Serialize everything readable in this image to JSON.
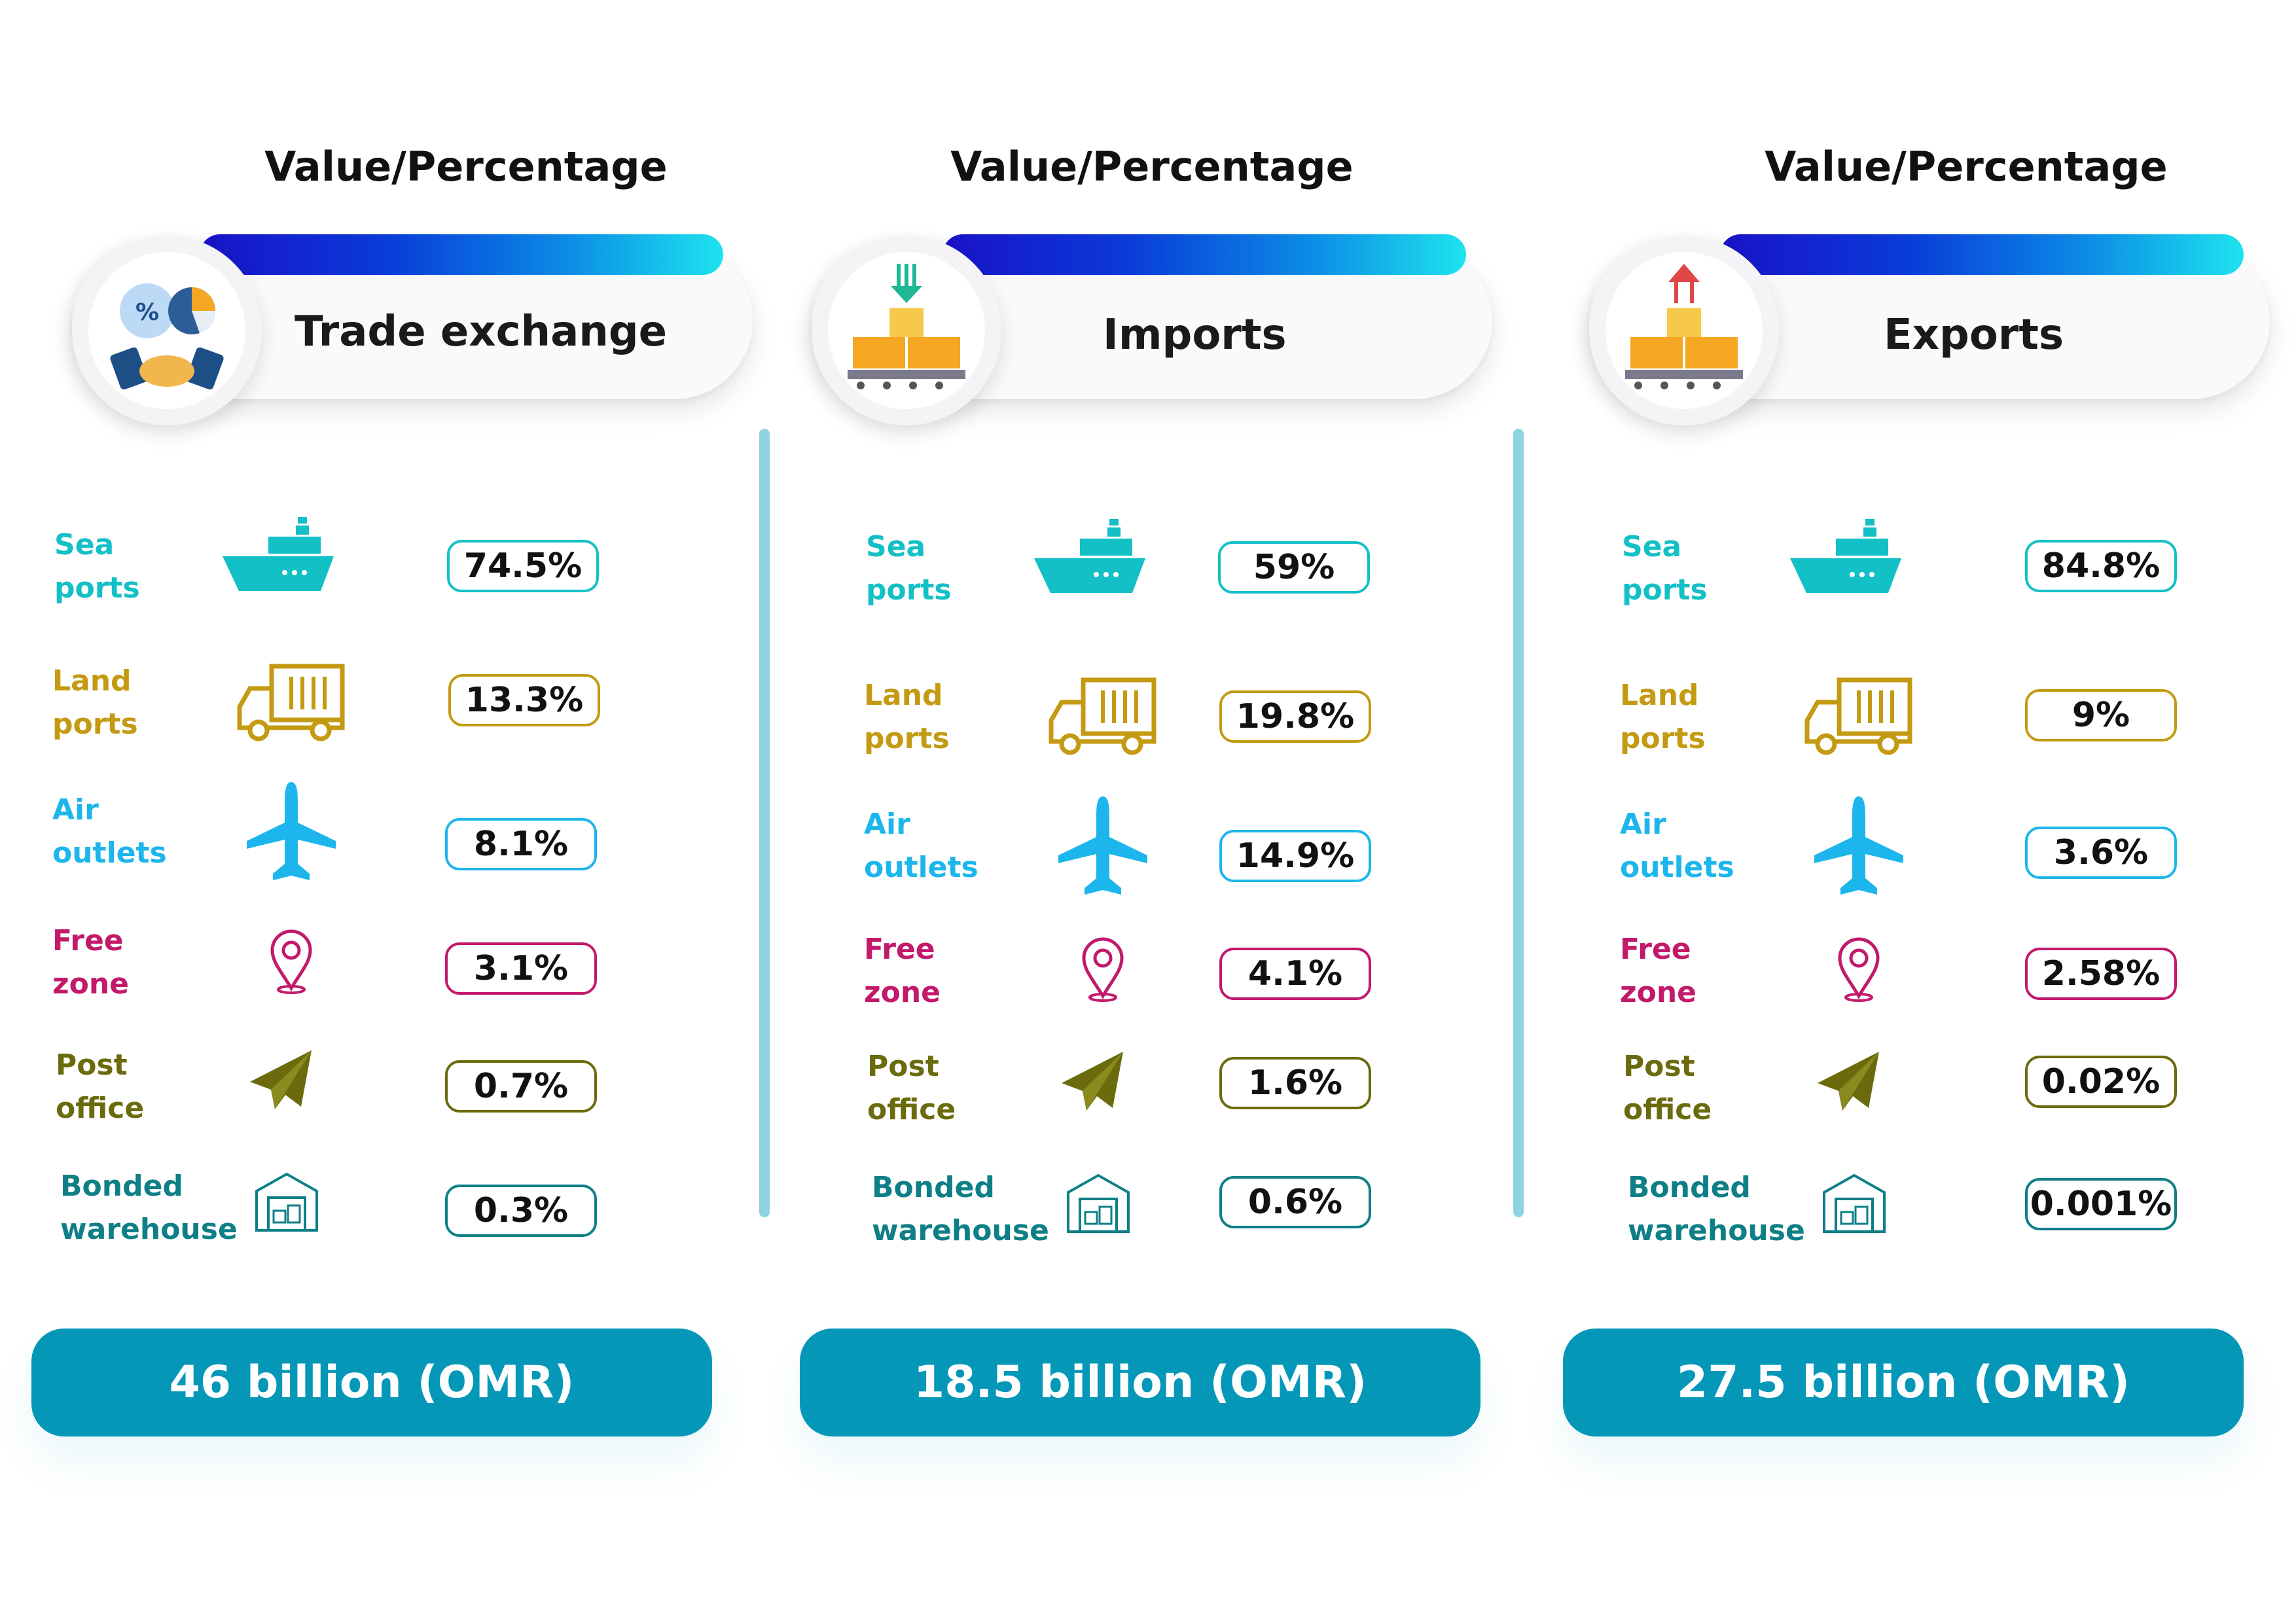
{
  "colors": {
    "sea": "#12c0c6",
    "land": "#c49a12",
    "air": "#1cb6ec",
    "free_zone": "#c2196b",
    "post": "#6b6b0e",
    "bonded": "#0e7f86",
    "total_bar": "#0597b8",
    "divider": "#8fd3e2"
  },
  "panels": [
    {
      "value_title": "Value/Percentage",
      "label": "Trade exchange",
      "icon": "trade-handshake-icon",
      "rows": [
        {
          "label": "Sea\nports",
          "icon": "ship-icon",
          "value": "74.5%"
        },
        {
          "label": "Land\nports",
          "icon": "truck-icon",
          "value": "13.3%"
        },
        {
          "label": "Air\noutlets",
          "icon": "airplane-icon",
          "value": "8.1%"
        },
        {
          "label": "Free\nzone",
          "icon": "location-pin-icon",
          "value": "3.1%"
        },
        {
          "label": "Post\noffice",
          "icon": "paper-plane-icon",
          "value": "0.7%"
        },
        {
          "label": "Bonded\nwarehouse",
          "icon": "warehouse-icon",
          "value": "0.3%"
        }
      ],
      "total": "46 billion (OMR)"
    },
    {
      "value_title": "Value/Percentage",
      "label": "Imports",
      "icon": "import-boxes-icon",
      "rows": [
        {
          "label": "Sea\nports",
          "icon": "ship-icon",
          "value": "59%"
        },
        {
          "label": "Land\nports",
          "icon": "truck-icon",
          "value": "19.8%"
        },
        {
          "label": "Air\noutlets",
          "icon": "airplane-icon",
          "value": "14.9%"
        },
        {
          "label": "Free\nzone",
          "icon": "location-pin-icon",
          "value": "4.1%"
        },
        {
          "label": "Post\noffice",
          "icon": "paper-plane-icon",
          "value": "1.6%"
        },
        {
          "label": "Bonded\nwarehouse",
          "icon": "warehouse-icon",
          "value": "0.6%"
        }
      ],
      "total": "18.5 billion (OMR)"
    },
    {
      "value_title": "Value/Percentage",
      "label": "Exports",
      "icon": "export-boxes-icon",
      "rows": [
        {
          "label": "Sea\nports",
          "icon": "ship-icon",
          "value": "84.8%"
        },
        {
          "label": "Land\nports",
          "icon": "truck-icon",
          "value": "9%"
        },
        {
          "label": "Air\noutlets",
          "icon": "airplane-icon",
          "value": "3.6%"
        },
        {
          "label": "Free\nzone",
          "icon": "location-pin-icon",
          "value": "2.58%"
        },
        {
          "label": "Post\noffice",
          "icon": "paper-plane-icon",
          "value": "0.02%"
        },
        {
          "label": "Bonded\nwarehouse",
          "icon": "warehouse-icon",
          "value": "0.001%"
        }
      ],
      "total": "27.5 billion (OMR)"
    }
  ]
}
